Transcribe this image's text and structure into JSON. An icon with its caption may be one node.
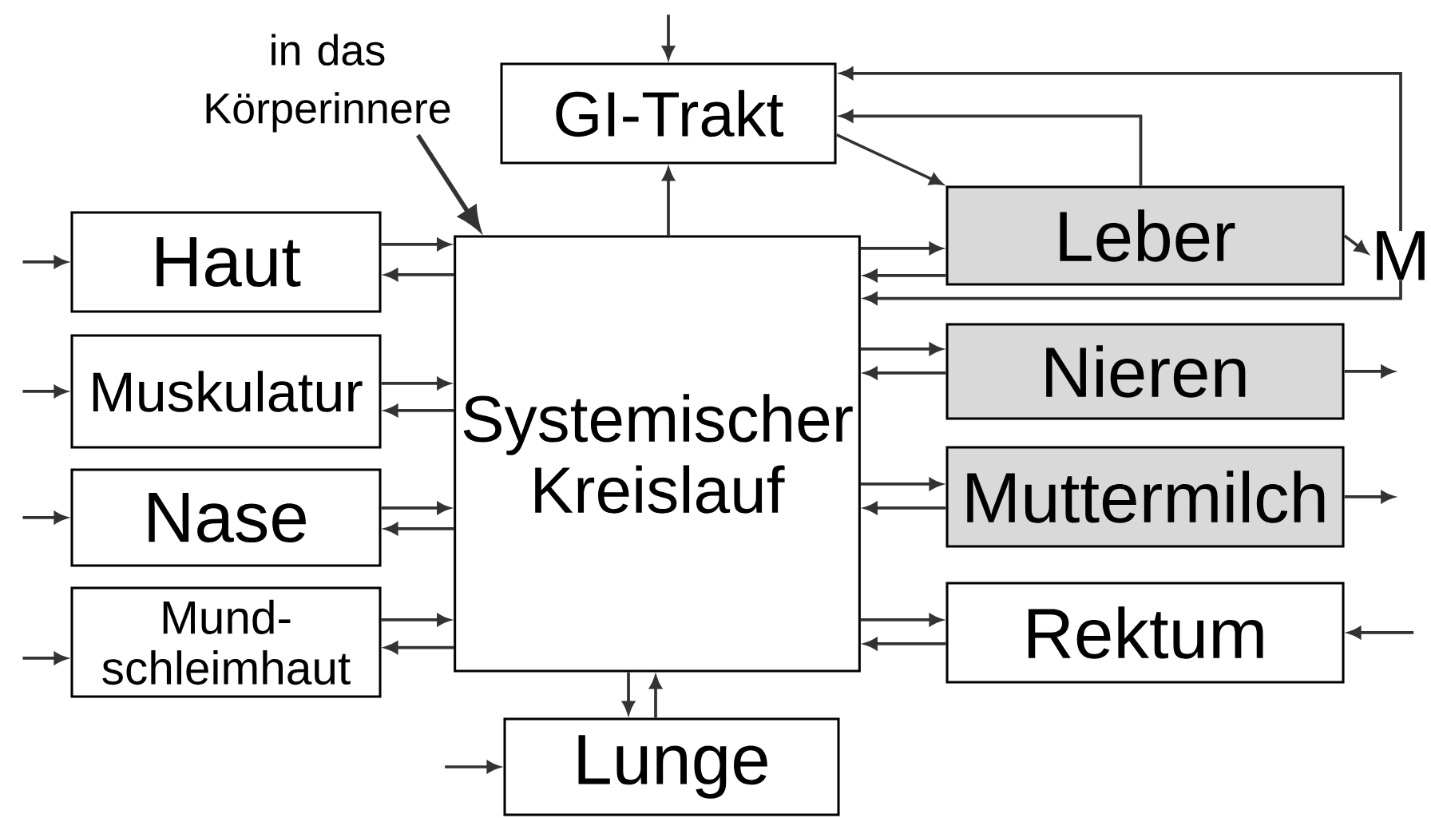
{
  "diagram": {
    "nodes": [
      {
        "text": [
          "in das Körperinnere"
        ]
      },
      {
        "text": [
          "GI-Trakt"
        ]
      },
      {
        "text": [
          "Haut"
        ]
      },
      {
        "text": [
          "Muskulatur"
        ]
      },
      {
        "text": [
          "Nase"
        ]
      },
      {
        "text": [
          "Mund- schleimhaut"
        ]
      },
      {
        "text": [
          "Systemischer Kreislauf"
        ]
      },
      {
        "text": [
          "Leber"
        ]
      },
      {
        "text": [
          "Nieren"
        ]
      },
      {
        "text": [
          "Muttermilch"
        ]
      },
      {
        "text": [
          "Rektum"
        ]
      },
      {
        "text": [
          "Lunge"
        ]
      },
      {
        "text": [
          "M"
        ]
      }
    ],
    "edges": [
      {
        "from": null,
        "to": 1,
        "arrow": "to"
      },
      {
        "from": 0,
        "to": 6,
        "arrow": "to"
      },
      {
        "from": 6,
        "to": 1,
        "arrow": "to"
      },
      {
        "from": 1,
        "to": 7,
        "arrow": "to"
      },
      {
        "from": 7,
        "to": 1,
        "arrow": "to"
      },
      {
        "from": 12,
        "to": 1,
        "arrow": "to"
      },
      {
        "from": 7,
        "to": 12,
        "arrow": "to"
      },
      {
        "from": 12,
        "to": 6,
        "arrow": "to"
      },
      {
        "from": 6,
        "to": 7,
        "arrow": "to"
      },
      {
        "from": 7,
        "to": 6,
        "arrow": "to"
      },
      {
        "from": 6,
        "to": 8,
        "arrow": "to"
      },
      {
        "from": 8,
        "to": 6,
        "arrow": "to"
      },
      {
        "from": 8,
        "to": null,
        "arrow": "to"
      },
      {
        "from": 6,
        "to": 9,
        "arrow": "to"
      },
      {
        "from": 9,
        "to": 6,
        "arrow": "to"
      },
      {
        "from": 9,
        "to": null,
        "arrow": "to"
      },
      {
        "from": 6,
        "to": 10,
        "arrow": "to"
      },
      {
        "from": 10,
        "to": 6,
        "arrow": "to"
      },
      {
        "from": null,
        "to": 10,
        "arrow": "to"
      },
      {
        "from": null,
        "to": 2,
        "arrow": "to"
      },
      {
        "from": 2,
        "to": 6,
        "arrow": "to"
      },
      {
        "from": 6,
        "to": 2,
        "arrow": "to"
      },
      {
        "from": null,
        "to": 3,
        "arrow": "to"
      },
      {
        "from": 3,
        "to": 6,
        "arrow": "to"
      },
      {
        "from": 6,
        "to": 3,
        "arrow": "to"
      },
      {
        "from": null,
        "to": 4,
        "arrow": "to"
      },
      {
        "from": 4,
        "to": 6,
        "arrow": "to"
      },
      {
        "from": 6,
        "to": 4,
        "arrow": "to"
      },
      {
        "from": null,
        "to": 5,
        "arrow": "to"
      },
      {
        "from": 5,
        "to": 6,
        "arrow": "to"
      },
      {
        "from": 6,
        "to": 5,
        "arrow": "to"
      },
      {
        "from": null,
        "to": 11,
        "arrow": "to"
      },
      {
        "from": 6,
        "to": 11,
        "arrow": "to"
      },
      {
        "from": 11,
        "to": 6,
        "arrow": "to"
      }
    ]
  }
}
